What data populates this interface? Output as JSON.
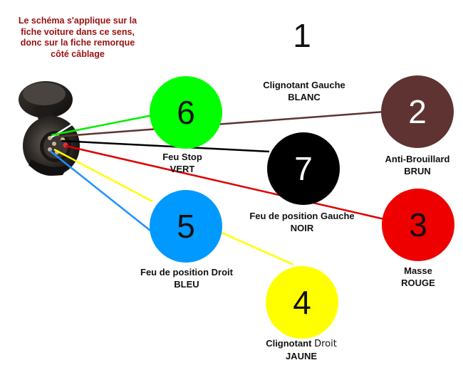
{
  "note": {
    "line1": "Le schéma s'applique sur la",
    "line2": "fiche voiture dans ce sens,",
    "line3": "donc sur la fiche remorque",
    "line4": "côté câblage"
  },
  "top_number": "1",
  "pins": {
    "p1": {
      "number": "1",
      "function": "Clignotant Gauche",
      "color_name": "BLANC",
      "wire_color": "#ffffff"
    },
    "p2": {
      "number": "2",
      "function": "Anti-Brouillard",
      "color_name": "BRUN",
      "color": "#5e3331",
      "wire_color": "#5e3331"
    },
    "p3": {
      "number": "3",
      "function": "Masse",
      "color_name": "ROUGE",
      "color": "#ee0000",
      "wire_color": "#dd0000"
    },
    "p4": {
      "number": "4",
      "function": "Clignotant",
      "function_extra": "Droit",
      "color_name": "JAUNE",
      "color": "#ffff00",
      "wire_color": "#ffff00"
    },
    "p5": {
      "number": "5",
      "function": "Feu de position Droit",
      "color_name": "BLEU",
      "color": "#0099ff",
      "wire_color": "#1e90ff"
    },
    "p6": {
      "number": "6",
      "function": "Feu Stop",
      "color_name": "VERT",
      "color": "#00ff00",
      "wire_color": "#00ee00"
    },
    "p7": {
      "number": "7",
      "function": "Feu de position Gauche",
      "color_name": "NOIR",
      "color": "#000000",
      "wire_color": "#000000"
    }
  }
}
